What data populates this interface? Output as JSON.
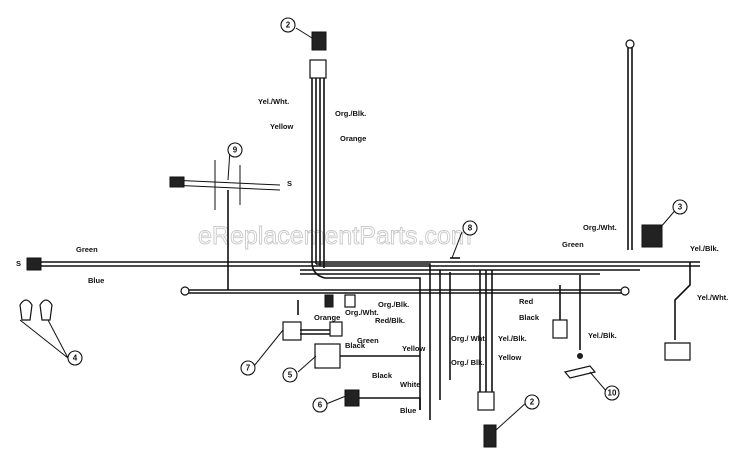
{
  "watermark": "eReplacementParts.com",
  "callouts": {
    "c2_top": "2",
    "c2_bottom": "2",
    "c3": "3",
    "c4": "4",
    "c5": "5",
    "c6": "6",
    "c7": "7",
    "c8": "8",
    "c9": "9",
    "c10": "10"
  },
  "wire_labels": {
    "yel_wht_top": "Yel./Wht.",
    "org_blk_top": "Org./Blk.",
    "yellow_top": "Yellow",
    "orange_top": "Orange",
    "green_left": "Green",
    "blue_left": "Blue",
    "org_wht_right": "Org./Wht.",
    "green_right": "Green",
    "yel_blk_right": "Yel./Blk.",
    "yel_wht_right": "Yel./Wht.",
    "org_blk_mid": "Org./Blk.",
    "org_wht_mid": "Org./Wht.",
    "orange_mid": "Orange",
    "red_blk_mid": "Red/Blk.",
    "green_mid": "Green",
    "yellow_mid": "Yellow",
    "black_mid": "Black",
    "black_low": "Black",
    "white_low": "White",
    "blue_low": "Blue",
    "red_right": "Red",
    "black_right": "Black",
    "yel_blk_lower": "Yel./Blk.",
    "org_wht_lower": "Org./ Wht.",
    "org_blk_lower": "Org./ Blk.",
    "yel_blk_center": "Yel./Blk.",
    "yellow_center": "Yellow",
    "s_left": "S",
    "s_top": "S"
  }
}
